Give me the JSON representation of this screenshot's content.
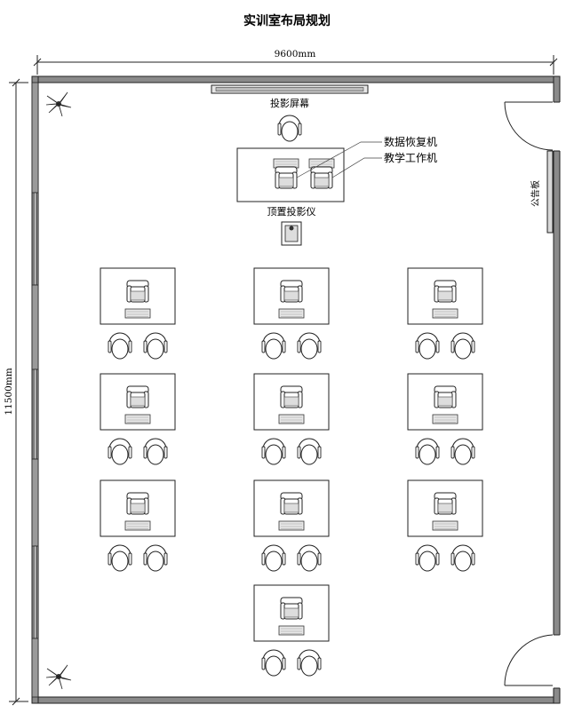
{
  "title": "实训室布局规划",
  "dimensions": {
    "width": "9600mm",
    "height": "11500mm"
  },
  "labels": {
    "screen": "投影屏幕",
    "data_recovery": "数据恢复机",
    "teaching": "教学工作机",
    "projector": "顶置投影仪",
    "bulletin": "公告板"
  },
  "layout": {
    "workstation_rows": 3,
    "workstation_columns": 3,
    "extra_front_workstation": 1,
    "visitor_chairs_per_station": 2,
    "doors": 2,
    "plants": 2
  }
}
